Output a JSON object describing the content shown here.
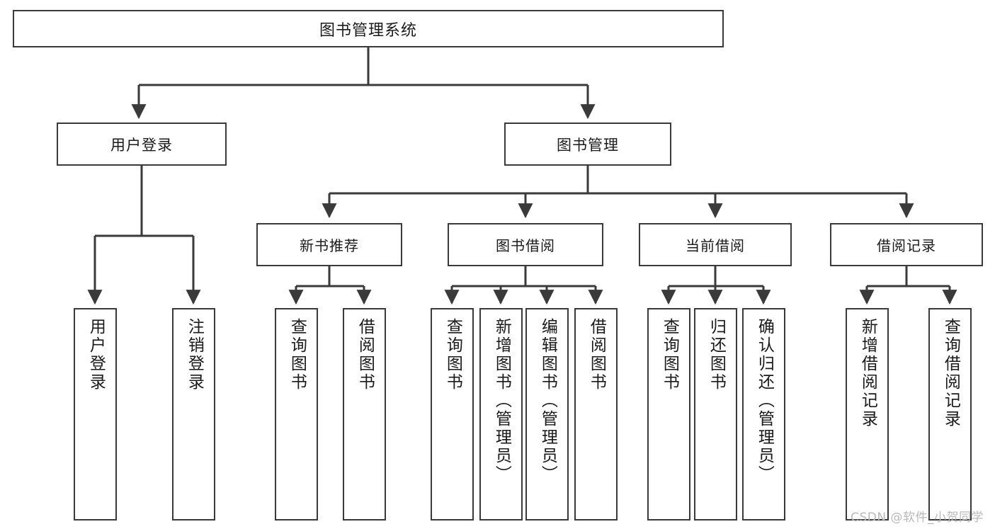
{
  "diagram": {
    "title": "图书管理系统",
    "type": "tree-hierarchy-chart",
    "nodes": {
      "root": {
        "label": "图书管理系统"
      },
      "user_login": {
        "label": "用户登录"
      },
      "book_manage": {
        "label": "图书管理"
      },
      "new_book_rec": {
        "label": "新书推荐"
      },
      "book_borrow": {
        "label": "图书借阅"
      },
      "current_borrow": {
        "label": "当前借阅"
      },
      "borrow_record": {
        "label": "借阅记录"
      },
      "leaf_user_login": {
        "label": "用户登录"
      },
      "leaf_logout": {
        "label": "注销登录"
      },
      "leaf_query_book_1": {
        "label": "查询图书"
      },
      "leaf_borrow_book_1": {
        "label": "借阅图书"
      },
      "leaf_query_book_2": {
        "label": "查询图书"
      },
      "leaf_add_book": {
        "label": "新增图书（管理员）"
      },
      "leaf_edit_book": {
        "label": "编辑图书（管理员）"
      },
      "leaf_borrow_book_2": {
        "label": "借阅图书"
      },
      "leaf_query_book_3": {
        "label": "查询图书"
      },
      "leaf_return_book": {
        "label": "归还图书"
      },
      "leaf_confirm_return": {
        "label": "确认归还（管理员）"
      },
      "leaf_add_record": {
        "label": "新增借阅记录"
      },
      "leaf_query_record": {
        "label": "查询借阅记录"
      }
    },
    "edges": [
      {
        "from": "root",
        "to": "user_login"
      },
      {
        "from": "root",
        "to": "book_manage"
      },
      {
        "from": "user_login",
        "to": "leaf_user_login"
      },
      {
        "from": "user_login",
        "to": "leaf_logout"
      },
      {
        "from": "book_manage",
        "to": "new_book_rec"
      },
      {
        "from": "book_manage",
        "to": "book_borrow"
      },
      {
        "from": "book_manage",
        "to": "current_borrow"
      },
      {
        "from": "book_manage",
        "to": "borrow_record"
      },
      {
        "from": "new_book_rec",
        "to": "leaf_query_book_1"
      },
      {
        "from": "new_book_rec",
        "to": "leaf_borrow_book_1"
      },
      {
        "from": "book_borrow",
        "to": "leaf_query_book_2"
      },
      {
        "from": "book_borrow",
        "to": "leaf_add_book"
      },
      {
        "from": "book_borrow",
        "to": "leaf_edit_book"
      },
      {
        "from": "book_borrow",
        "to": "leaf_borrow_book_2"
      },
      {
        "from": "current_borrow",
        "to": "leaf_query_book_3"
      },
      {
        "from": "current_borrow",
        "to": "leaf_return_book"
      },
      {
        "from": "current_borrow",
        "to": "leaf_confirm_return"
      },
      {
        "from": "borrow_record",
        "to": "leaf_add_record"
      },
      {
        "from": "borrow_record",
        "to": "leaf_query_record"
      }
    ],
    "colors": {
      "stroke": "#3a3a3a",
      "text": "#1a1a1a",
      "background": "#ffffff",
      "watermark": "#b9b9b9"
    }
  },
  "watermark": {
    "text": "CSDN @软件_小贺同学"
  }
}
